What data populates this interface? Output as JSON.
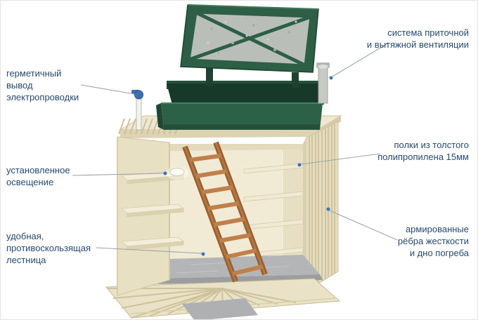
{
  "labels": {
    "wiring": {
      "text": "герметичный\nвывод\nэлектропроводки"
    },
    "lighting": {
      "text": "установленное\nосвещение"
    },
    "ladder": {
      "text": "удобная,\nпротивоскользящая\nлестница"
    },
    "vent": {
      "text": "система приточной\nи вытяжной вентиляции"
    },
    "shelves": {
      "text": "полки из толстого\nполипропилена 15мм"
    },
    "ribs": {
      "text": "армированные\nрёбра жесткости\nи дно погреба"
    }
  },
  "colors": {
    "label_text": "#27496f",
    "leader_line": "#9aa3ab",
    "leader_dot": "#3a74b5",
    "lid_green": "#2c5f45",
    "body_cream": "#ece4c9",
    "wood": "#9a5f31",
    "concrete": "#b3b5b7"
  }
}
